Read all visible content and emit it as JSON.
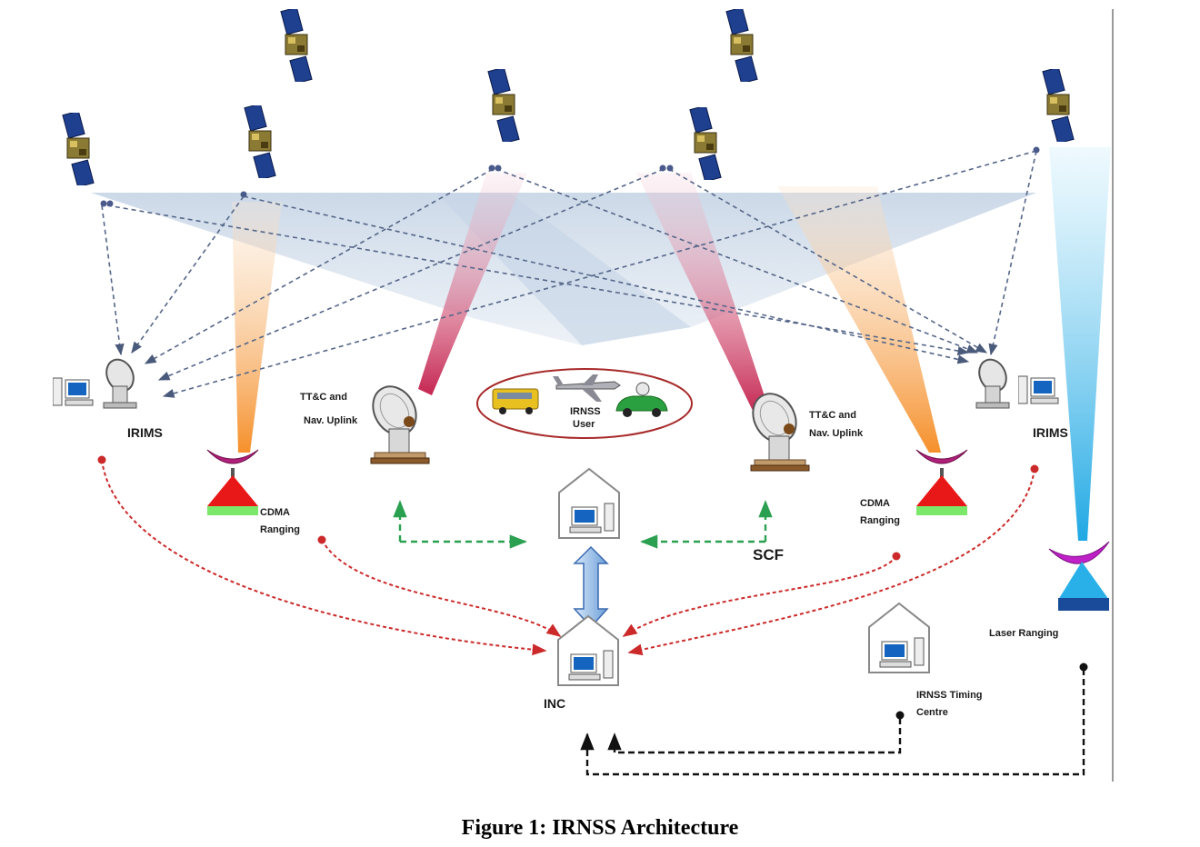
{
  "caption": "Figure 1: IRNSS Architecture",
  "labels": {
    "irims_left": "IRIMS",
    "irims_right": "IRIMS",
    "ttc_left_line1": "TT&C and",
    "ttc_left_line2": "Nav. Uplink",
    "ttc_right_line1": "TT&C and",
    "ttc_right_line2": "Nav. Uplink",
    "user_line1": "IRNSS",
    "user_line2": "User",
    "cdma_left_line1": "CDMA",
    "cdma_left_line2": "Ranging",
    "cdma_right_line1": "CDMA",
    "cdma_right_line2": "Ranging",
    "scf": "SCF",
    "inc": "INC",
    "laser": "Laser Ranging",
    "timing_line1": "IRNSS Timing",
    "timing_line2": "Centre"
  },
  "colors": {
    "satellite_panel": "#1f3f8f",
    "satellite_body": "#7a6a2a",
    "link_dashed": "#556688",
    "red_dashed": "#cc2a2a",
    "green_dashed": "#2aa050",
    "black_dashed": "#111111",
    "beam_orange": "#f59a3a",
    "beam_red": "#c8284f",
    "beam_blue": "#2ab0e8",
    "footprint": "#a8bcd4"
  },
  "icons": [
    "satellite-icon",
    "dish-antenna-icon",
    "computer-icon",
    "building-icon",
    "bus-icon",
    "airplane-icon",
    "car-icon",
    "ranging-station-icon",
    "laser-station-icon"
  ]
}
